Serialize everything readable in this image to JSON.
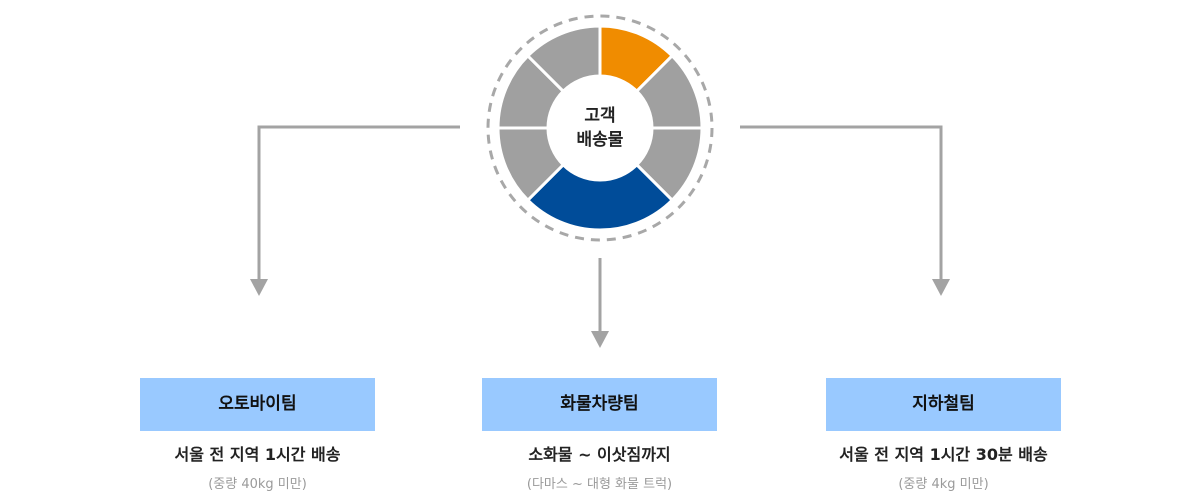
{
  "hub": {
    "line1": "고객",
    "line2": "배송물"
  },
  "teams": [
    {
      "name": "오토바이팀",
      "desc": "서울 전 지역 1시간 배송",
      "sub": "(중량 40kg 미만)"
    },
    {
      "name": "화물차량팀",
      "desc": "소화물 ~ 이삿짐까지",
      "sub": "(다마스 ~ 대형 화물 트럭)"
    },
    {
      "name": "지하철팀",
      "desc": "서울 전 지역 1시간 30분 배송",
      "sub": "(중량 4kg 미만)"
    }
  ],
  "colors": {
    "segment_default": "#a0a0a0",
    "segment_orange": "#f08c00",
    "segment_blue": "#004c99",
    "team_box": "#99c9ff",
    "arrow": "#a3a3a3",
    "dashed_ring": "#a8a8a8"
  }
}
